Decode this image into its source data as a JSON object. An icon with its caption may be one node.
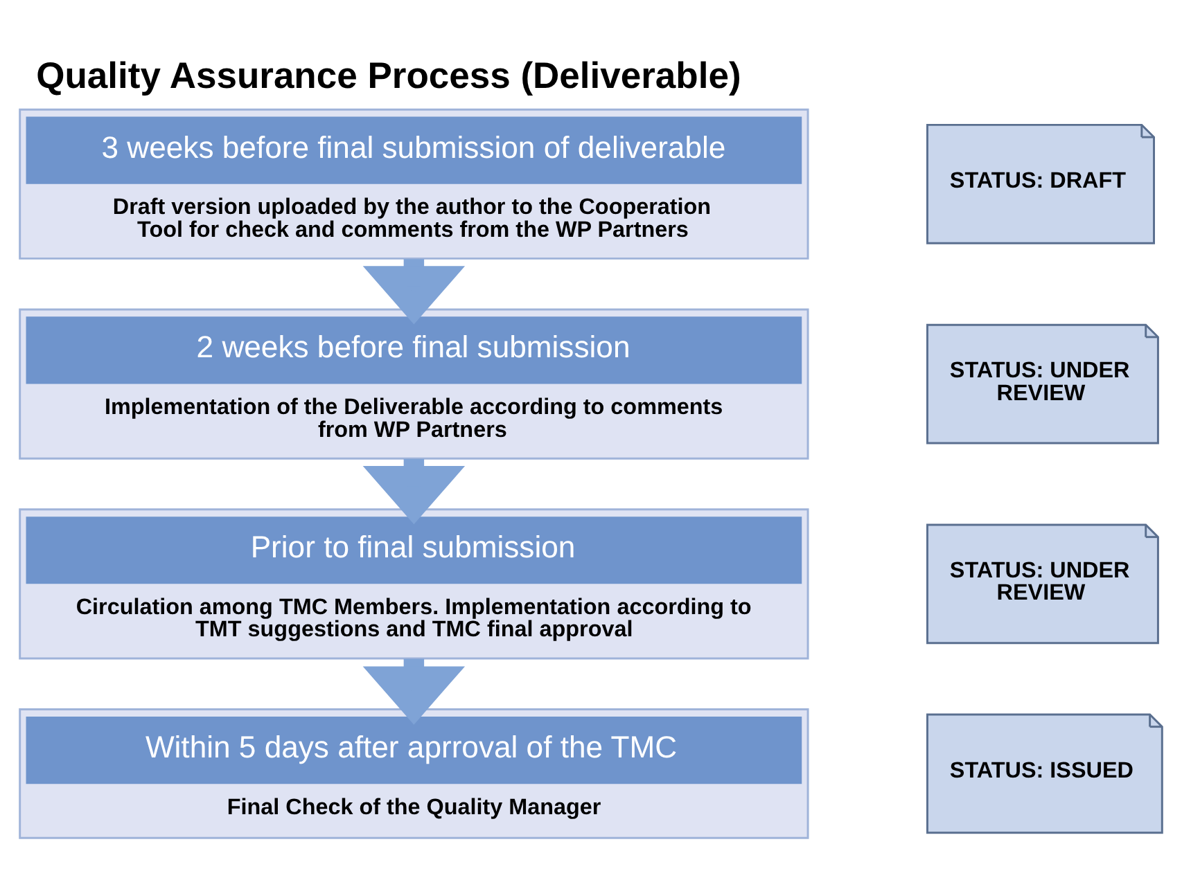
{
  "diagram": {
    "title": "Quality Assurance Process (Deliverable)",
    "nodes": [
      {
        "text": [
          "3 weeks before final submission of deliverable",
          "Draft version uploaded by the author to the Cooperation Tool for check and comments from the WP Partners"
        ]
      },
      {
        "text": [
          "STATUS: DRAFT"
        ]
      },
      {
        "text": [
          "2 weeks before final submission",
          "Implementation of the Deliverable according to comments from WP Partners"
        ]
      },
      {
        "text": [
          "STATUS: UNDER REVIEW"
        ]
      },
      {
        "text": [
          "Prior to final submission",
          "Circulation among TMC Members. Implementation according to TMT suggestions and TMC final approval"
        ]
      },
      {
        "text": [
          "STATUS: UNDER REVIEW"
        ]
      },
      {
        "text": [
          "Within 5 days after aprroval of the TMC",
          "Final Check of the Quality Manager"
        ]
      },
      {
        "text": [
          "STATUS: ISSUED"
        ]
      }
    ],
    "edges": [
      {
        "from": 0,
        "to": 2,
        "arrow": "to"
      },
      {
        "from": 2,
        "to": 4,
        "arrow": "to"
      },
      {
        "from": 4,
        "to": 6,
        "arrow": "to"
      }
    ]
  }
}
